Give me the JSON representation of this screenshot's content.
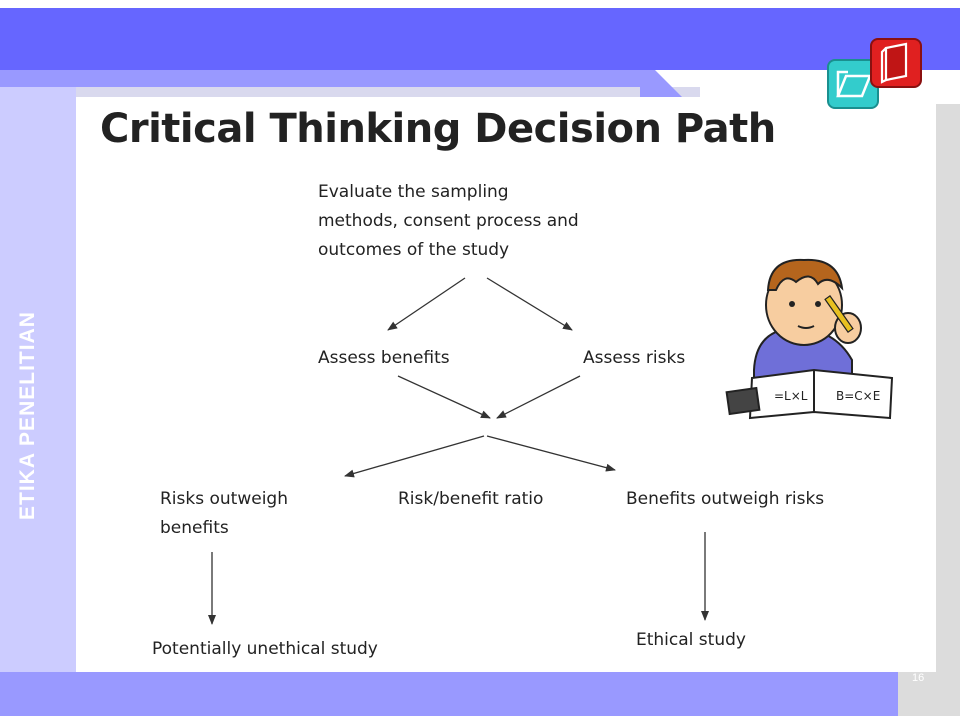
{
  "side_title": "ETIKA PENELITIAN",
  "slide_title": "Critical Thinking Decision Path",
  "page_number": "16",
  "colors": {
    "top_band": "#6666ff",
    "band_light": "#9999ff",
    "left_band": "#ccccff",
    "text": "#222222"
  },
  "icons": [
    "folder-icon",
    "book-icon",
    "student-studying-clipart"
  ],
  "diagram": {
    "evaluate": [
      "Evaluate the sampling",
      "methods, consent process and",
      "outcomes of the study"
    ],
    "assess_benefits": "Assess benefits",
    "assess_risks": "Assess risks",
    "risks_outweigh": [
      "Risks outweigh",
      "benefits"
    ],
    "ratio": "Risk/benefit ratio",
    "benefits_outweigh": "Benefits outweigh risks",
    "unethical": "Potentially unethical study",
    "ethical": "Ethical study"
  }
}
